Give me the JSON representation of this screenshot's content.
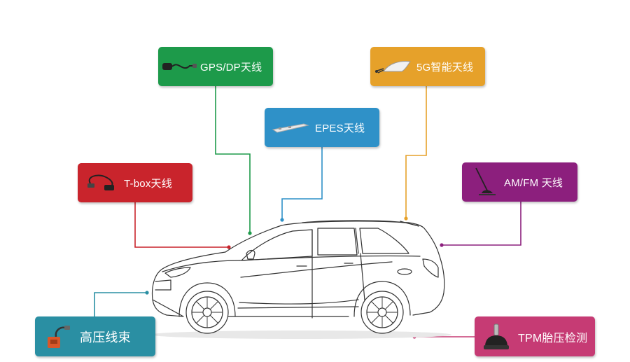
{
  "callouts": {
    "gps": {
      "label": "GPS/DP天线",
      "color": "#1d9a4a",
      "icon": "gps-antenna-cable-icon"
    },
    "fiveg": {
      "label": "5G智能天线",
      "color": "#e6a12a",
      "icon": "shark-fin-antenna-icon"
    },
    "epes": {
      "label": "EPES天线",
      "color": "#2f91c8",
      "icon": "bar-antenna-icon"
    },
    "tbox": {
      "label": "T-box天线",
      "color": "#c9242c",
      "icon": "tbox-antenna-cable-icon"
    },
    "amfm": {
      "label": "AM/FM 天线",
      "color": "#8c1f7d",
      "icon": "whip-antenna-icon"
    },
    "wire": {
      "label": "高压线束",
      "color": "#2a8fa3",
      "icon": "wire-harness-connector-icon"
    },
    "tpms": {
      "label": "TPM胎压检测",
      "color": "#c63b74",
      "icon": "tire-pressure-sensor-icon"
    }
  },
  "vehicle": {
    "type": "SUV",
    "icon": "suv-outline-icon"
  }
}
